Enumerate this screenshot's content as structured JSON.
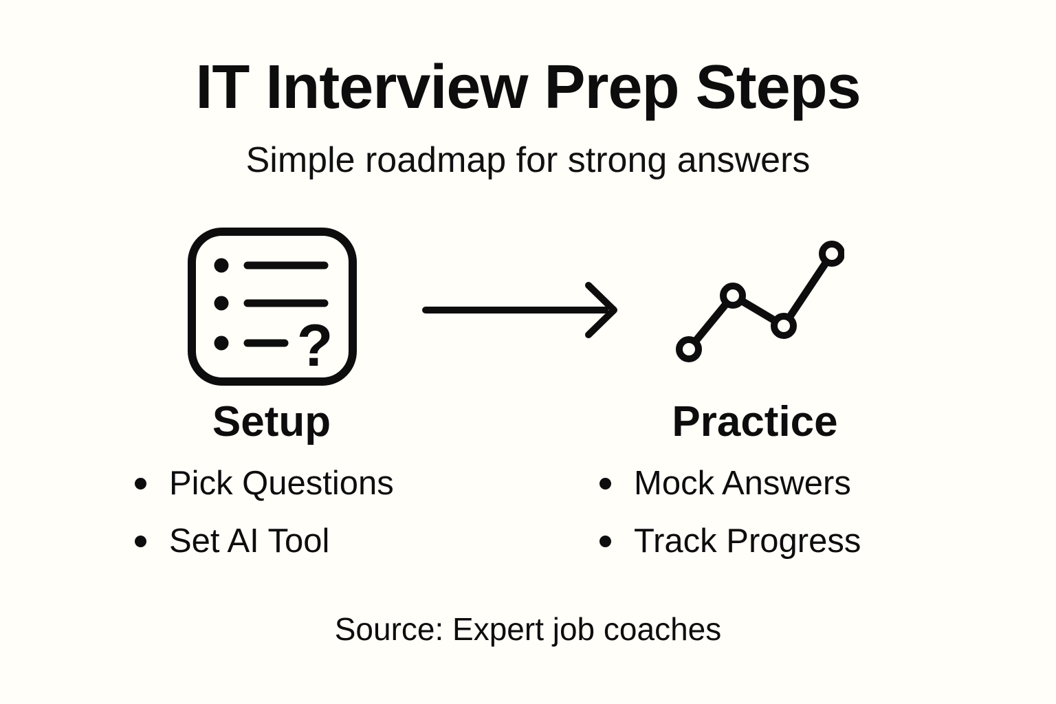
{
  "page": {
    "title": "IT Interview Prep Steps",
    "subtitle": "Simple roadmap for strong answers",
    "source": "Source: Expert job coaches"
  },
  "colors": {
    "background": "#FFFEF9",
    "ink": "#0d0d0d"
  },
  "flow": {
    "arrow_icon": "right-arrow-icon",
    "direction": "left-to-right"
  },
  "steps": [
    {
      "icon": "question-checklist-icon",
      "icon_glyph": "?",
      "label": "Setup",
      "items": [
        "Pick Questions",
        "Set AI Tool"
      ]
    },
    {
      "icon": "progress-line-chart-icon",
      "label": "Practice",
      "items": [
        "Mock Answers",
        "Track Progress"
      ]
    }
  ]
}
